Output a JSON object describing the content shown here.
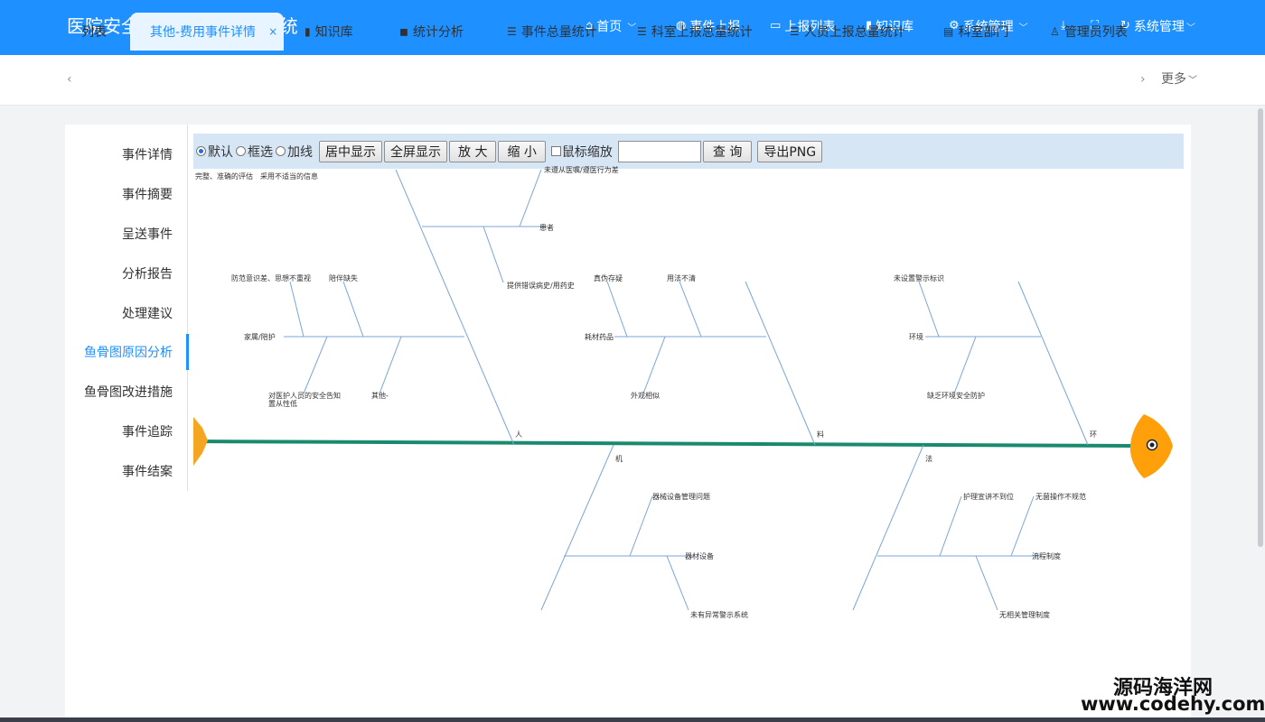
{
  "header": {
    "title": "医院安全(不良)事件报告系统",
    "nav": [
      {
        "label": "首页",
        "icon": "home-icon",
        "has_dropdown": true
      },
      {
        "label": "事件上报",
        "icon": "attachment-icon",
        "has_dropdown": false
      },
      {
        "label": "上报列表",
        "icon": "monitor-icon",
        "has_dropdown": false
      },
      {
        "label": "知识库",
        "icon": "book-icon",
        "has_dropdown": false
      },
      {
        "label": "系统管理",
        "icon": "gear-icon",
        "has_dropdown": true
      },
      {
        "label": "系统管理",
        "icon": "refresh-icon",
        "has_dropdown": true
      }
    ]
  },
  "tabs": {
    "items": [
      {
        "label": "列表"
      },
      {
        "label": "其他-费用事件详情",
        "active": true
      },
      {
        "label": "知识库",
        "icon": "book-icon"
      },
      {
        "label": "统计分析",
        "icon": "chart-icon"
      },
      {
        "label": "事件总量统计",
        "icon": "list-icon"
      },
      {
        "label": "科室上报总量统计",
        "icon": "list-icon"
      },
      {
        "label": "人员上报总量统计",
        "icon": "list-icon"
      },
      {
        "label": "科室部门",
        "icon": "document-icon"
      },
      {
        "label": "管理员列表",
        "icon": "user-icon"
      }
    ],
    "more": "更多"
  },
  "sidemenu": {
    "items": [
      "事件详情",
      "事件摘要",
      "呈送事件",
      "分析报告",
      "处理建议",
      "鱼骨图原因分析",
      "鱼骨图改进措施",
      "事件追踪",
      "事件结案"
    ],
    "active_index": 5
  },
  "toolbar": {
    "radios": [
      "默认",
      "框选",
      "加线"
    ],
    "selected_radio": 0,
    "buttons": [
      "居中显示",
      "全屏显示",
      "放 大",
      "缩 小"
    ],
    "checkbox": "鼠标缩放",
    "search_value": "",
    "query": "查 询",
    "export": "导出PNG"
  },
  "fishbone": {
    "spine_color": "#1a8a6e",
    "head_color": "#ff9f0a",
    "branch_color": "#7ba4d8",
    "categories": [
      "人",
      "料",
      "环",
      "机",
      "法"
    ],
    "labels": {
      "p_top1": "完整、准确的评估",
      "p_top2": "采用不适当的信息",
      "p_top3": "未遵从医嘱/遵医行为差",
      "p_patient": "患者",
      "p_history": "提供错误病史/用药史",
      "p_l1": "防范意识差、思想不重视",
      "p_l2": "陪伴缺失",
      "p_family": "家属/陪护",
      "p_l3": "对医护人员的安全告知置从性低",
      "p_other": "其他-",
      "m_l1": "真伪存疑",
      "m_l2": "用法不清",
      "m_drugs": "耗材药品",
      "m_look": "外观相似",
      "e_l1": "未设置警示标识",
      "e_env": "环境",
      "e_l2": "缺乏环境安全防护",
      "j_mgmt": "器械设备管理问题",
      "j_equip": "器材设备",
      "j_alarm": "未有异常警示系统",
      "f_l1": "护理宣讲不到位",
      "f_l2": "无菌操作不规范",
      "f_flow": "流程制度",
      "f_none": "无相关管理制度"
    }
  },
  "watermark": {
    "line1": "源码海洋网",
    "line2": "www.codehy.com"
  }
}
